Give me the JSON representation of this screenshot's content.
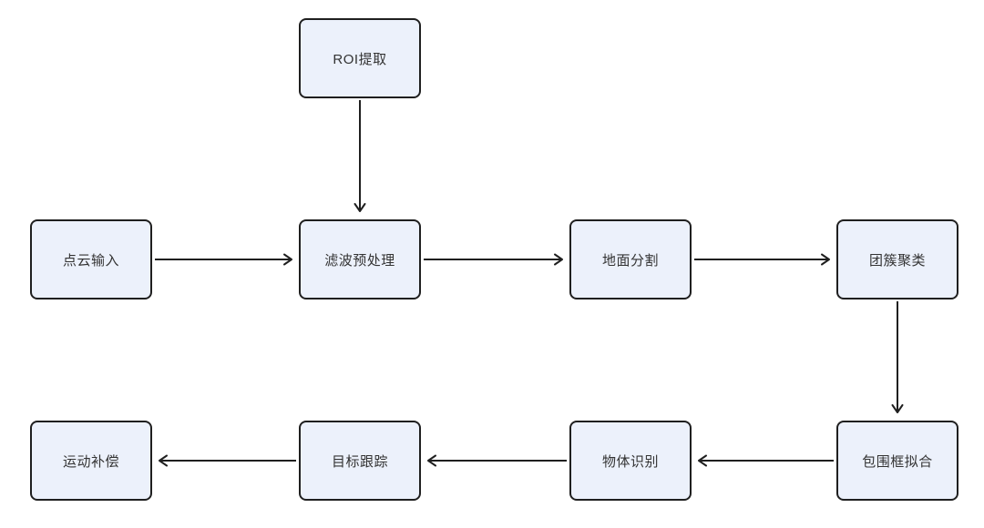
{
  "diagram": {
    "type": "flowchart",
    "background_color": "#ffffff",
    "node_fill_color": "#ecf1fb",
    "node_border_color": "#1f1f1f",
    "arrow_color": "#1f1f1f",
    "text_color": "#333333",
    "nodes": [
      {
        "id": "roi",
        "label": "ROI提取"
      },
      {
        "id": "dianyun",
        "label": "点云输入"
      },
      {
        "id": "lvbo",
        "label": "滤波预处理"
      },
      {
        "id": "dimian",
        "label": "地面分割"
      },
      {
        "id": "tuancu",
        "label": "团簇聚类"
      },
      {
        "id": "yundong",
        "label": "运动补偿"
      },
      {
        "id": "mubiao",
        "label": "目标跟踪"
      },
      {
        "id": "wuti",
        "label": "物体识别"
      },
      {
        "id": "baowei",
        "label": "包围框拟合"
      }
    ],
    "edges": [
      {
        "from": "ROI提取",
        "to": "滤波预处理",
        "direction": "down"
      },
      {
        "from": "点云输入",
        "to": "滤波预处理",
        "direction": "right"
      },
      {
        "from": "滤波预处理",
        "to": "地面分割",
        "direction": "right"
      },
      {
        "from": "地面分割",
        "to": "团簇聚类",
        "direction": "right"
      },
      {
        "from": "团簇聚类",
        "to": "包围框拟合",
        "direction": "down"
      },
      {
        "from": "包围框拟合",
        "to": "物体识别",
        "direction": "left"
      },
      {
        "from": "物体识别",
        "to": "目标跟踪",
        "direction": "left"
      },
      {
        "from": "目标跟踪",
        "to": "运动补偿",
        "direction": "left"
      }
    ]
  }
}
